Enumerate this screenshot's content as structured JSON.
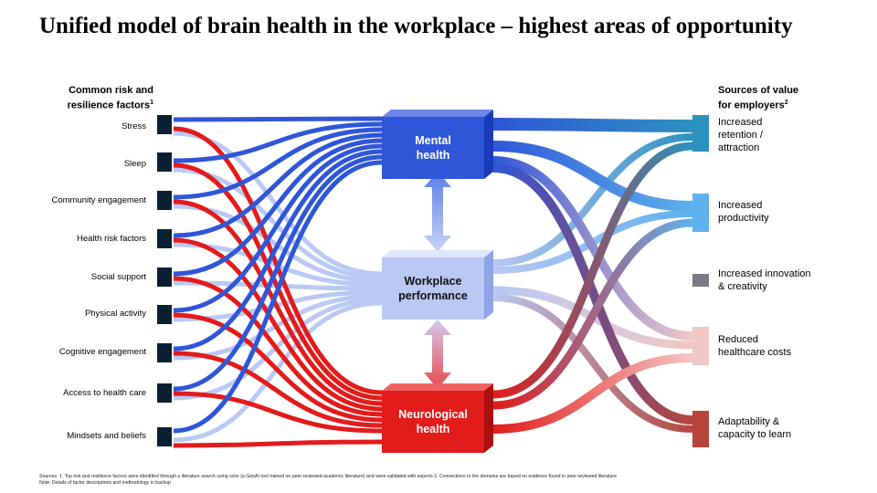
{
  "title": "Unified model of brain health in the workplace – highest areas of opportunity",
  "left_header": {
    "line1": "Common risk and",
    "line2": "resilience factors",
    "sup": "1"
  },
  "right_header": {
    "line1": "Sources of value",
    "line2": "for employers",
    "sup": "2"
  },
  "factors": [
    "Stress",
    "Sleep",
    "Community engagement",
    "Health risk factors",
    "Social support",
    "Physical activity",
    "Cognitive engagement",
    "Access to health care",
    "Mindsets and beliefs"
  ],
  "hubs": {
    "mental": {
      "line1": "Mental",
      "line2": "health"
    },
    "workplace": {
      "line1": "Workplace",
      "line2": "performance"
    },
    "neuro": {
      "line1": "Neurological",
      "line2": "health"
    }
  },
  "values": [
    {
      "line1": "Increased",
      "line2": "retention /",
      "line3": "attraction"
    },
    {
      "line1": "Increased",
      "line2": "productivity",
      "line3": ""
    },
    {
      "line1": "Increased innovation",
      "line2": "& creativity",
      "line3": ""
    },
    {
      "line1": "Reduced",
      "line2": "healthcare costs",
      "line3": ""
    },
    {
      "line1": "Adaptability &",
      "line2": "capacity to learn",
      "line3": ""
    }
  ],
  "colors": {
    "mental": "#2f56d8",
    "workplace": "#b9c8f4",
    "neuro": "#e21b1b",
    "factor_box": "#0b1f33",
    "value_boxes": [
      "#2c91bf",
      "#5eb1ec",
      "#7b7b88",
      "#f2c7c5",
      "#b5453c"
    ]
  },
  "footnotes": {
    "sources": "Sources: 1. Top risk and resilience factors were identified through a literature search using scite (a GenAI tool trained on peer-reviewed academic literature) and were validated with experts 2. Connections to the domains are based on evidence found in peer-reviewed literature",
    "note": "Note: Details of factor descriptions and methodology in backup"
  }
}
